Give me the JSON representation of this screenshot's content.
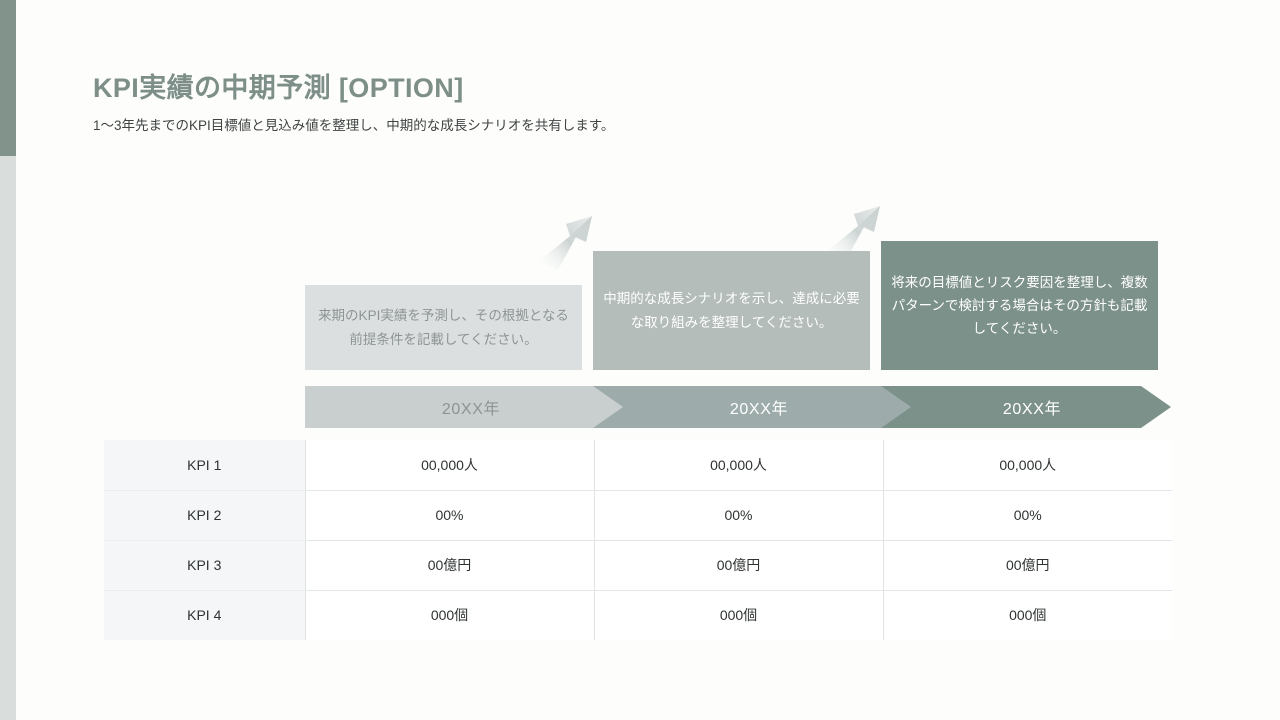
{
  "slide": {
    "title": "KPI実績の中期予測 [OPTION]",
    "subtitle": "1〜3年先までのKPI目標値と見込み値を整理し、中期的な成長シナリオを共有します。",
    "accent_green": "#82938c",
    "accent_gray": "#d9dedd",
    "background": "#fdfefb"
  },
  "notes": [
    {
      "text": "来期のKPI実績を予測し、その根拠となる前提条件を記載してください。",
      "bg": "#dcdfe0",
      "color": "#8d9593"
    },
    {
      "text": "中期的な成長シナリオを示し、達成に必要な取り組みを整理してください。",
      "bg": "#b4bdba",
      "color": "#ffffff"
    },
    {
      "text": "将来の目標値とリスク要因を整理し、複数パターンで検討する場合はその方針も記載してください。",
      "bg": "#7d918b",
      "color": "#ffffff"
    }
  ],
  "timeline": [
    {
      "label": "20XX年",
      "bg": "#c9cecf",
      "color": "#8d9593"
    },
    {
      "label": "20XX年",
      "bg": "#9dacaa",
      "color": "#ffffff"
    },
    {
      "label": "20XX年",
      "bg": "#7d918b",
      "color": "#ffffff"
    }
  ],
  "table": {
    "rows": [
      {
        "label": "KPI 1",
        "values": [
          "00,000人",
          "00,000人",
          "00,000人"
        ]
      },
      {
        "label": "KPI 2",
        "values": [
          "00%",
          "00%",
          "00%"
        ]
      },
      {
        "label": "KPI 3",
        "values": [
          "00億円",
          "00億円",
          "00億円"
        ]
      },
      {
        "label": "KPI 4",
        "values": [
          "000個",
          "000個",
          "000個"
        ]
      }
    ]
  },
  "icons": {
    "growth_arrow": "arrow-up-right-icon"
  }
}
